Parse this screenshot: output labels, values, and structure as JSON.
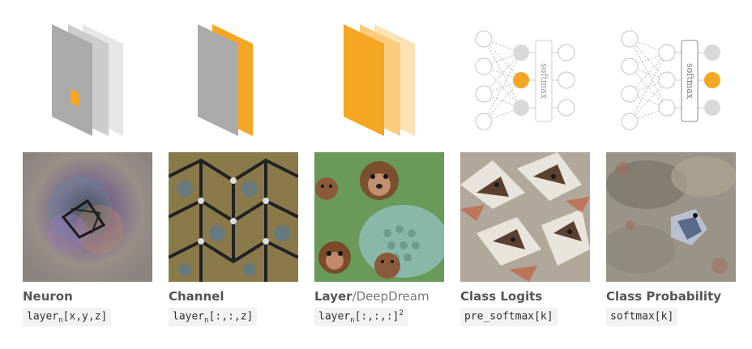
{
  "columns": [
    {
      "id": "neuron",
      "title": "Neuron",
      "subtitle": "",
      "code_prefix": "layer",
      "code_sub": "n",
      "code_suffix": "[x,y,z]",
      "code_sup": ""
    },
    {
      "id": "channel",
      "title": "Channel",
      "subtitle": "",
      "code_prefix": "layer",
      "code_sub": "n",
      "code_suffix": "[:,:,z]",
      "code_sup": ""
    },
    {
      "id": "layer",
      "title": "Layer",
      "subtitle": "/DeepDream",
      "code_prefix": "layer",
      "code_sub": "n",
      "code_suffix": "[:,:,:]",
      "code_sup": "2"
    },
    {
      "id": "class-logits",
      "title": "Class Logits",
      "subtitle": "",
      "code_prefix": "pre_softmax[k]",
      "code_sub": "",
      "code_suffix": "",
      "code_sup": ""
    },
    {
      "id": "class-probability",
      "title": "Class Probability",
      "subtitle": "",
      "code_prefix": "softmax[k]",
      "code_sub": "",
      "code_suffix": "",
      "code_sup": ""
    }
  ],
  "softmax_label": "softmax",
  "colors": {
    "accent": "#f5a623",
    "gray": "#aaaaaa",
    "light_gray": "#d9d9d9"
  }
}
